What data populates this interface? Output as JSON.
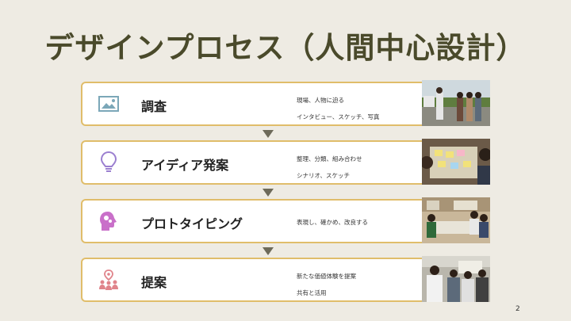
{
  "title": "デザインプロセス（人間中心設計）",
  "steps": [
    {
      "label": "調査",
      "icon": "image-icon",
      "icon_color": "#7ba7b8",
      "lines": [
        "現場、人物に迫る",
        "インタビュー、スケッチ、写真"
      ]
    },
    {
      "label": "アイディア発案",
      "icon": "lightbulb-icon",
      "icon_color": "#9b7fd0",
      "lines": [
        "整理、分類、組み合わせ",
        "シナリオ、スケッチ"
      ]
    },
    {
      "label": "プロトタイピング",
      "icon": "head-gears-icon",
      "icon_color": "#c970c9",
      "lines": [
        "表現し、確かめ、改良する"
      ]
    },
    {
      "label": "提案",
      "icon": "people-pin-icon",
      "icon_color": "#e0848b",
      "lines": [
        "新たな価値体験を提案",
        "共有と活用"
      ]
    }
  ],
  "page_number": "2"
}
